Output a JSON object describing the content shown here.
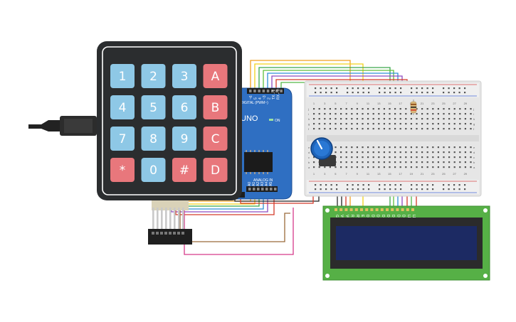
{
  "colors": {
    "keypad_body": "#2b2d2f",
    "key_blue": "#8ec8e6",
    "key_red": "#e8777c",
    "arduino_blue": "#2f6fc2",
    "breadboard": "#e8e8e8",
    "lcd_board": "#56b046",
    "lcd_screen": "#1c2a63",
    "pot_blue": "#1e63b8",
    "usb_black": "#222222"
  },
  "keypad": {
    "rows": [
      [
        {
          "label": "1",
          "type": "digit"
        },
        {
          "label": "2",
          "type": "digit"
        },
        {
          "label": "3",
          "type": "digit"
        },
        {
          "label": "A",
          "type": "letter"
        }
      ],
      [
        {
          "label": "4",
          "type": "digit"
        },
        {
          "label": "5",
          "type": "digit"
        },
        {
          "label": "6",
          "type": "digit"
        },
        {
          "label": "B",
          "type": "letter"
        }
      ],
      [
        {
          "label": "7",
          "type": "digit"
        },
        {
          "label": "8",
          "type": "digit"
        },
        {
          "label": "9",
          "type": "digit"
        },
        {
          "label": "C",
          "type": "letter"
        }
      ],
      [
        {
          "label": "*",
          "type": "symbol"
        },
        {
          "label": "0",
          "type": "digit"
        },
        {
          "label": "#",
          "type": "symbol"
        },
        {
          "label": "D",
          "type": "letter"
        }
      ]
    ]
  },
  "arduino": {
    "brand": "UNO",
    "digital_label": "DIGITAL (PWM~)",
    "analog_label": "ANALOG IN",
    "on_label": "ON",
    "pin_labels": [
      "~6",
      "5",
      "4",
      "~3",
      "2",
      "TX→1",
      "RX←0"
    ],
    "analog_pins": [
      "A0",
      "A1",
      "A2",
      "A3",
      "A4",
      "A5"
    ]
  },
  "breadboard": {
    "row_letters_top": [
      "j",
      "i",
      "h",
      "g",
      "f"
    ],
    "row_letters_bottom": [
      "e",
      "d",
      "c",
      "b",
      "a"
    ],
    "column_numbers": [
      "1",
      "3",
      "5",
      "7",
      "9",
      "11",
      "13",
      "15",
      "17",
      "19",
      "21",
      "23",
      "25",
      "27",
      "29"
    ]
  },
  "lcd": {
    "pin_labels": [
      "GND",
      "VCC",
      "V0",
      "RS",
      "RW",
      "E",
      "DB0",
      "DB1",
      "DB2",
      "DB3",
      "DB4",
      "DB5",
      "DB6",
      "DB7",
      "LED",
      "LED"
    ]
  },
  "icons": [
    "usb-plug-icon",
    "potentiometer-icon",
    "resistor-icon"
  ]
}
